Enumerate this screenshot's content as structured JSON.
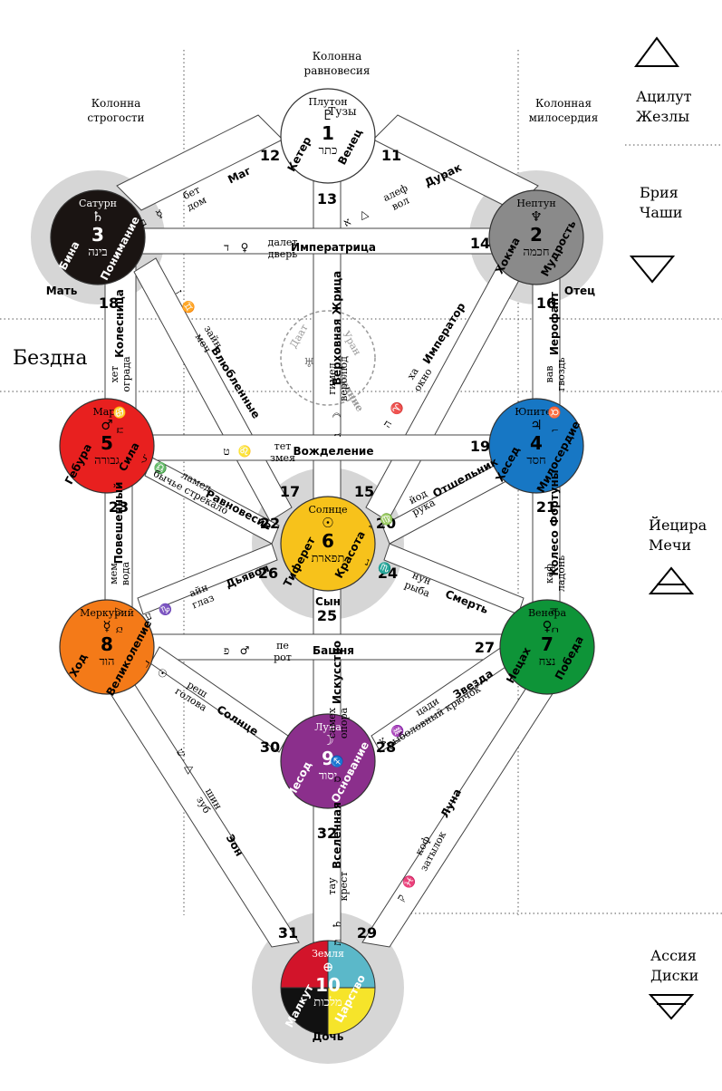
{
  "columns": {
    "severity": "Колонна строгости",
    "balance": "Колонна равновесия",
    "mercy": "Колонная милосердия"
  },
  "abyss": "Бездна",
  "worlds": [
    {
      "name": "Ацилут",
      "suit": "Жезлы",
      "icon": "fire-triangle-icon"
    },
    {
      "name": "Брия",
      "suit": "Чаши",
      "icon": "water-triangle-icon"
    },
    {
      "name": "Йецира",
      "suit": "Мечи",
      "icon": "air-triangle-icon"
    },
    {
      "name": "Ассия",
      "suit": "Диски",
      "icon": "earth-triangle-icon"
    }
  ],
  "sephiroth": [
    {
      "num": "1",
      "planet": "Плутон",
      "glyph": "♇",
      "hebrew": "כתר",
      "name": "Кетер",
      "meaning": "Венец",
      "extra": "Тузы",
      "color": "#ffffff",
      "text": "#000000"
    },
    {
      "num": "2",
      "planet": "Нептун",
      "glyph": "♆",
      "hebrew": "חכמה",
      "name": "Хокма",
      "meaning": "Мудрость",
      "extra": "Отец",
      "color": "#8a8a8a",
      "text": "#000000"
    },
    {
      "num": "3",
      "planet": "Сатурн",
      "glyph": "♄",
      "hebrew": "בינה",
      "name": "Бина",
      "meaning": "Понимание",
      "extra": "Мать",
      "color": "#1a1412",
      "text": "#ffffff"
    },
    {
      "num": "4",
      "planet": "Юпитер",
      "glyph": "♃",
      "hebrew": "חסד",
      "name": "Хесед",
      "meaning": "Милосердие",
      "extra": "",
      "color": "#1777c4",
      "text": "#000000"
    },
    {
      "num": "5",
      "planet": "Марс",
      "glyph": "♂",
      "hebrew": "גבורה",
      "name": "Гебура",
      "meaning": "Сила",
      "extra": "",
      "color": "#e8201f",
      "text": "#000000"
    },
    {
      "num": "6",
      "planet": "Солнце",
      "glyph": "☉",
      "hebrew": "תפארת",
      "name": "Тиферет",
      "meaning": "Красота",
      "extra": "Сын",
      "color": "#f7c21b",
      "text": "#000000"
    },
    {
      "num": "7",
      "planet": "Венера",
      "glyph": "♀",
      "hebrew": "נצח",
      "name": "Нецах",
      "meaning": "Победа",
      "extra": "",
      "color": "#0e9438",
      "text": "#000000"
    },
    {
      "num": "8",
      "planet": "Меркурий",
      "glyph": "☿",
      "hebrew": "הוד",
      "name": "Ход",
      "meaning": "Великолепие",
      "extra": "",
      "color": "#f47a18",
      "text": "#000000"
    },
    {
      "num": "9",
      "planet": "Луна",
      "glyph": "☽",
      "hebrew": "יסוד",
      "name": "Йесод",
      "meaning": "Основание",
      "extra": "",
      "color": "#8b2f8c",
      "text": "#ffffff"
    },
    {
      "num": "10",
      "planet": "Земля",
      "glyph": "⊕",
      "hebrew": "מלכות",
      "name": "Малкут",
      "meaning": "Царство",
      "extra": "Дочь",
      "color": "#000000",
      "text": "#ffffff"
    }
  ],
  "malkuth_quadrants": [
    "#d2142a",
    "#5bb8c9",
    "#f6e42a",
    "#111111"
  ],
  "daath": {
    "name": "Даат",
    "planet": "Уран",
    "glyph": "♅",
    "meaning": "Знание"
  },
  "paths": [
    {
      "num": "11",
      "letter": "алеф",
      "meaning": "вол",
      "card": "Дурак",
      "hebrew": "א",
      "symbol": "△"
    },
    {
      "num": "12",
      "letter": "бет",
      "meaning": "дом",
      "card": "Маг",
      "hebrew": "ב",
      "symbol": "☿"
    },
    {
      "num": "13",
      "letter": "гимел",
      "meaning": "верблюд",
      "card": "Верховная Жрица",
      "hebrew": "ג",
      "symbol": "☽"
    },
    {
      "num": "14",
      "letter": "далет",
      "meaning": "дверь",
      "card": "Императрица",
      "hebrew": "ד",
      "symbol": "♀"
    },
    {
      "num": "15",
      "letter": "ха",
      "meaning": "окно",
      "card": "Император",
      "hebrew": "ה",
      "symbol": "♈"
    },
    {
      "num": "16",
      "letter": "вав",
      "meaning": "гвоздь",
      "card": "Иерофант",
      "hebrew": "ו",
      "symbol": "♉"
    },
    {
      "num": "17",
      "letter": "зайн",
      "meaning": "меч",
      "card": "Влюбленные",
      "hebrew": "ז",
      "symbol": "♊"
    },
    {
      "num": "18",
      "letter": "хет",
      "meaning": "ограда",
      "card": "Колесница",
      "hebrew": "ח",
      "symbol": "♋"
    },
    {
      "num": "19",
      "letter": "тет",
      "meaning": "змея",
      "card": "Вожделение",
      "hebrew": "ט",
      "symbol": "♌"
    },
    {
      "num": "20",
      "letter": "йод",
      "meaning": "рука",
      "card": "Отшельник",
      "hebrew": "י",
      "symbol": "♍"
    },
    {
      "num": "21",
      "letter": "каф",
      "meaning": "ладонь",
      "card": "Колесо Фортуны",
      "hebrew": "כ",
      "symbol": "♃"
    },
    {
      "num": "22",
      "letter": "ламед",
      "meaning": "бычье стрекало",
      "card": "Равновесие",
      "hebrew": "ל",
      "symbol": "♎"
    },
    {
      "num": "23",
      "letter": "мем",
      "meaning": "вода",
      "card": "Повешенный",
      "hebrew": "מ",
      "symbol": "▽"
    },
    {
      "num": "24",
      "letter": "нун",
      "meaning": "рыба",
      "card": "Смерть",
      "hebrew": "נ",
      "symbol": "♏"
    },
    {
      "num": "25",
      "letter": "самех",
      "meaning": "опора",
      "card": "Искусство",
      "hebrew": "ס",
      "symbol": "♐"
    },
    {
      "num": "26",
      "letter": "айн",
      "meaning": "глаз",
      "card": "Дьявол",
      "hebrew": "ע",
      "symbol": "♑"
    },
    {
      "num": "27",
      "letter": "пе",
      "meaning": "рот",
      "card": "Башня",
      "hebrew": "פ",
      "symbol": "♂"
    },
    {
      "num": "28",
      "letter": "цади",
      "meaning": "рыболовный крючок",
      "card": "Звезда",
      "hebrew": "צ",
      "symbol": "♒"
    },
    {
      "num": "29",
      "letter": "коф",
      "meaning": "затылок",
      "card": "Луна",
      "hebrew": "ק",
      "symbol": "♓"
    },
    {
      "num": "30",
      "letter": "реш",
      "meaning": "голова",
      "card": "Солнце",
      "hebrew": "ר",
      "symbol": "☉"
    },
    {
      "num": "31",
      "letter": "шин",
      "meaning": "зуб",
      "card": "Эон",
      "hebrew": "ש",
      "symbol": "△"
    },
    {
      "num": "32",
      "letter": "тау",
      "meaning": "крест",
      "card": "Вселенная",
      "hebrew": "ת",
      "symbol": "♄"
    }
  ]
}
